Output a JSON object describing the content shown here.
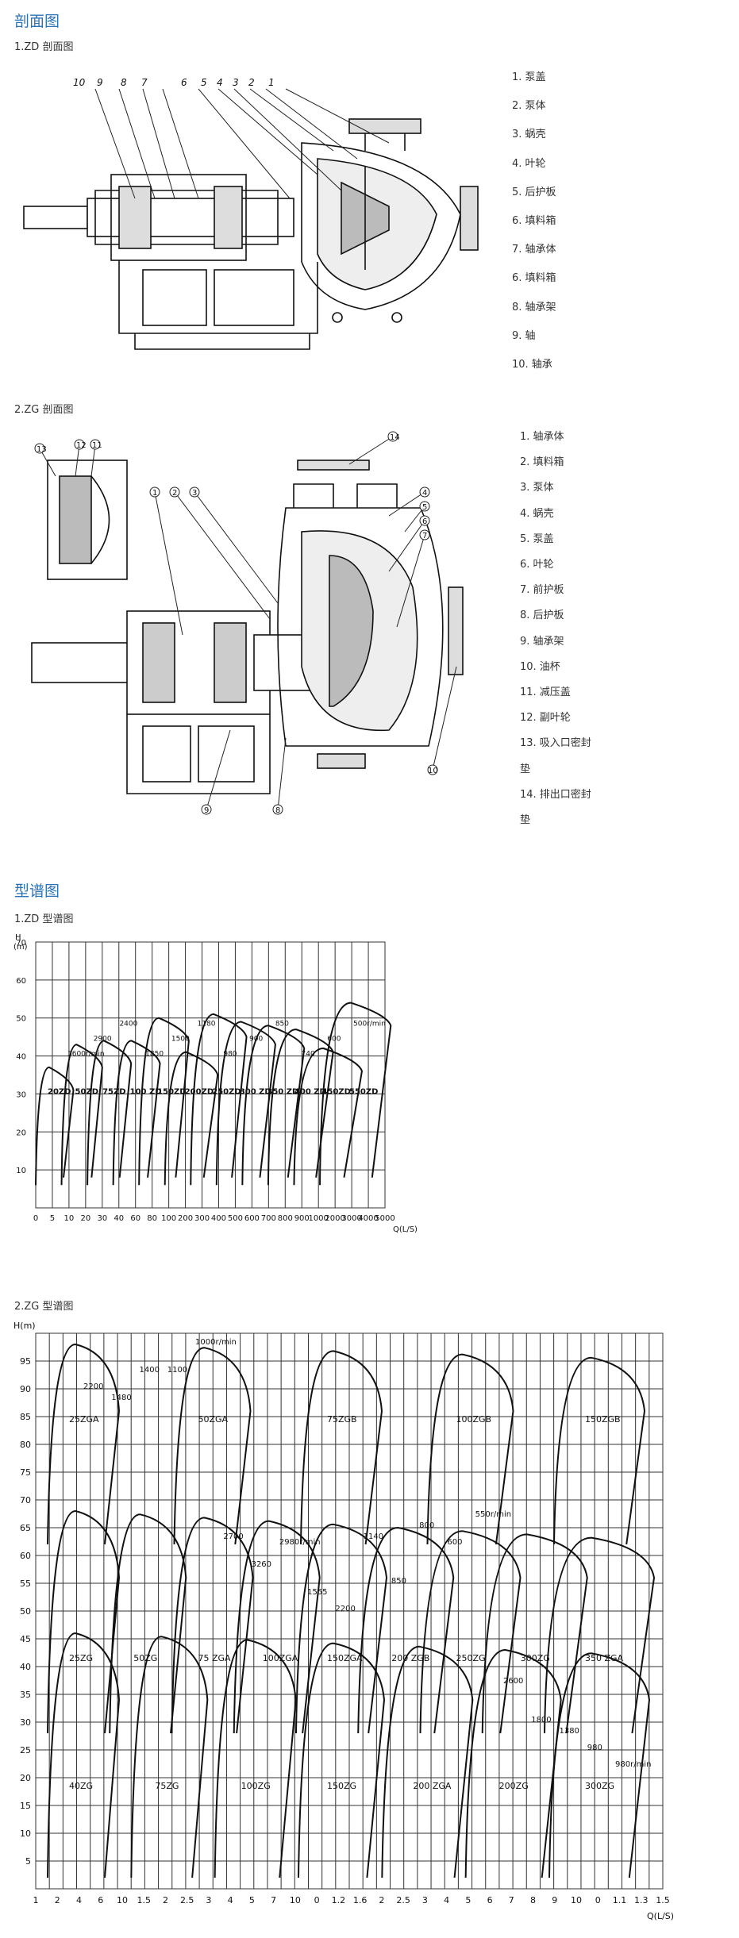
{
  "sections": {
    "section_title": "剖面图",
    "chart_section_title": "型谱图",
    "zd_title": "1.ZD 剖面图",
    "zg_title": "2.ZG 剖面图",
    "zd_chart_title": "1.ZD 型谱图",
    "zg_chart_title": "2.ZG 型谱图"
  },
  "zd_callouts": [
    "10",
    "9",
    "8",
    "7",
    "6",
    "5",
    "4",
    "3",
    "2",
    "1"
  ],
  "zd_parts": [
    "1. 泵盖",
    "2. 泵体",
    "3. 蜗壳",
    "4. 叶轮",
    "5. 后护板",
    "6. 填料箱",
    "7. 轴承体",
    "6. 填料箱",
    "8. 轴承架",
    "9. 轴",
    "10. 轴承"
  ],
  "zg_callouts": [
    "14",
    "12",
    "11",
    "13",
    "1",
    "2",
    "3",
    "4",
    "5",
    "6",
    "7",
    "8",
    "9",
    "10"
  ],
  "zg_parts": [
    "1. 轴承体",
    "2. 填料箱",
    "3. 泵体",
    "4. 蜗壳",
    "5. 泵盖",
    "6. 叶轮",
    "7. 前护板",
    "8. 后护板",
    "9. 轴承架",
    "10. 油杯",
    "11. 减压盖",
    "12. 副叶轮",
    "13. 吸入口密封",
    "垫",
    "14. 排出口密封",
    "垫"
  ],
  "chart_data": [
    {
      "type": "line",
      "ylabel_top": "H",
      "ylabel_unit": "(m)",
      "xlabel": "Q(L/S)",
      "x_ticks": [
        "0",
        "5",
        "10",
        "20",
        "30",
        "40",
        "60",
        "80",
        "100",
        "200",
        "300",
        "400",
        "500",
        "600",
        "700",
        "800",
        "900",
        "1000",
        "2000",
        "3000",
        "4000",
        "5000"
      ],
      "y_ticks": [
        "10",
        "20",
        "30",
        "40",
        "50",
        "60",
        "70"
      ],
      "ylim": [
        0,
        70
      ],
      "models": [
        "20ZD",
        "50ZD",
        "75ZD",
        "100 ZD",
        "150ZD",
        "200ZD",
        "250ZD",
        "300 ZD",
        "350 ZD",
        "400 ZD",
        "450ZD",
        "550ZD"
      ],
      "speeds": [
        "3600r/min",
        "2900",
        "2400",
        "1850",
        "1500",
        "1180",
        "980",
        "900",
        "850",
        "740",
        "600",
        "500r/min"
      ]
    },
    {
      "type": "line",
      "ylabel": "H(m)",
      "xlabel": "Q(L/S)",
      "x_ticks": [
        "1",
        "2",
        "4",
        "6",
        "10",
        "1.5",
        "2",
        "2.5",
        "3",
        "4",
        "5",
        "7",
        "10",
        "0",
        "1.2",
        "1.6",
        "2",
        "2.5",
        "3",
        "4",
        "5",
        "6",
        "7",
        "8",
        "9",
        "10",
        "0",
        "1.1",
        "1.3",
        "1.5"
      ],
      "y_ticks": [
        "5",
        "10",
        "15",
        "20",
        "25",
        "30",
        "35",
        "40",
        "45",
        "50",
        "55",
        "60",
        "65",
        "70",
        "75",
        "80",
        "85",
        "90",
        "95"
      ],
      "ylim": [
        0,
        100
      ],
      "models_top": [
        "25ZGA",
        "50ZGA",
        "75ZGB",
        "100ZGB",
        "150ZGB"
      ],
      "models_mid": [
        "25ZG",
        "50ZG",
        "75 ZGA",
        "100ZGA",
        "150ZGA",
        "200 ZGB",
        "250ZG",
        "300ZG",
        "350 ZGA"
      ],
      "models_low": [
        "40ZG",
        "75ZG",
        "100ZG",
        "150ZG",
        "200 ZGA",
        "200ZG",
        "300ZG"
      ],
      "speeds": [
        "2200",
        "1480",
        "1400",
        "1100",
        "1000r/min",
        "2700",
        "3260",
        "2980r/min",
        "1555",
        "2200",
        "1140",
        "850",
        "800",
        "600",
        "550r/min",
        "2600",
        "1800",
        "1380",
        "980",
        "980r/min"
      ]
    }
  ]
}
